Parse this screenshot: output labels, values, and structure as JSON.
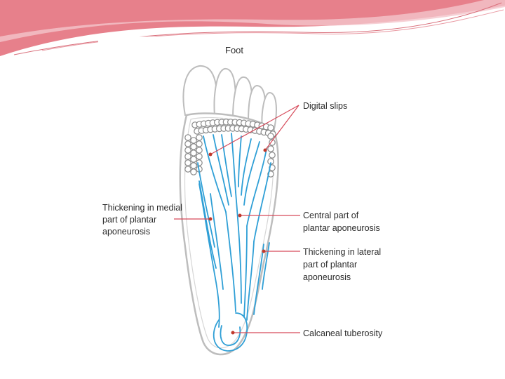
{
  "figure": {
    "title": "Foot",
    "labels": {
      "digital_slips": "Digital slips",
      "thickening_medial": [
        "Thickening in medial",
        "part of plantar",
        "aponeurosis"
      ],
      "central_part": [
        "Central part of",
        "plantar aponeurosis"
      ],
      "thickening_lateral": [
        "Thickening in lateral",
        "part of plantar",
        "aponeurosis"
      ],
      "calcaneal_tuberosity": "Calcaneal tuberosity"
    }
  },
  "colors": {
    "banner_pink": "#e7808b",
    "banner_light": "#f4c4ca",
    "foot_outline": "#bdbdbd",
    "fiber_blue": "#2f9fd6",
    "leader_line": "#d64a5a",
    "label_text": "#2b2b2b"
  }
}
